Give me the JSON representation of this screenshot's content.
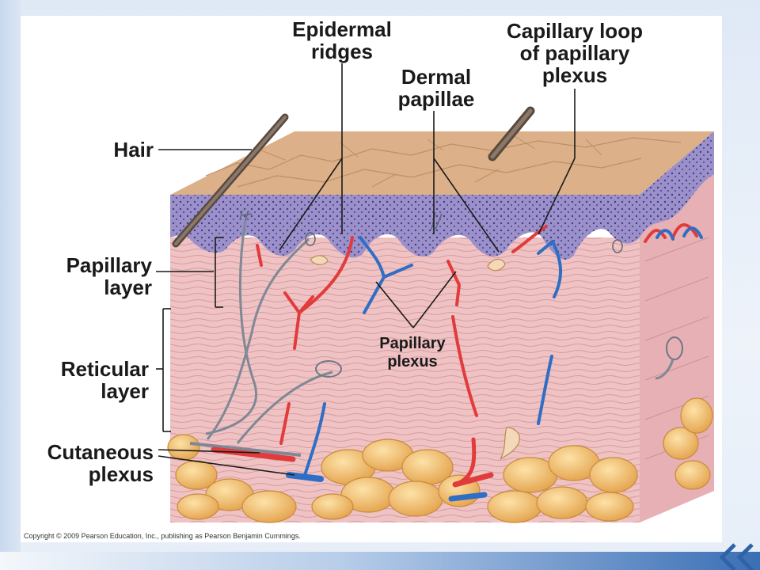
{
  "labels": {
    "epidermal_ridges": [
      "Epidermal",
      "ridges"
    ],
    "dermal_papillae": [
      "Dermal",
      "papillae"
    ],
    "capillary_loop": [
      "Capillary loop",
      "of papillary",
      "plexus"
    ],
    "hair": "Hair",
    "papillary_layer": [
      "Papillary",
      "layer"
    ],
    "reticular_layer": [
      "Reticular",
      "layer"
    ],
    "papillary_plexus": [
      "Papillary",
      "plexus"
    ],
    "cutaneous_plexus": [
      "Cutaneous",
      "plexus"
    ]
  },
  "copyright": "Copyright © 2009 Pearson Education, Inc., publishing as Pearson Benjamin Cummings.",
  "colors": {
    "epidermis": "#8e84bf",
    "dermis": "#ecbcbe",
    "fat": "#f0be6e",
    "artery": "#e23b3b",
    "vein": "#2f6ec4",
    "nerve": "#8d96a4",
    "accent_blue": "#2f63a8"
  },
  "icons": [
    "chevron-left-icon",
    "chevron-left-icon"
  ]
}
